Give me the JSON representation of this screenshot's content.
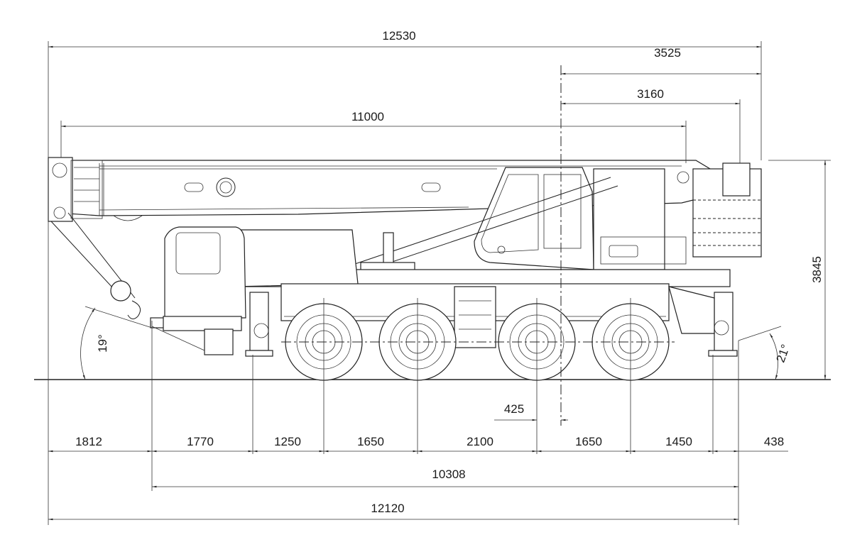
{
  "dimensions": {
    "overall_length": "12530",
    "rear_overhang_top": "3525",
    "counterweight_radius": "3160",
    "boom_length": "11000",
    "height": "3845",
    "front_angle": "19°",
    "rear_angle": "21°",
    "offset": "425",
    "seg_front_overhang": "1812",
    "seg_front_to_outrigger": "1770",
    "seg_outrigger_to_axle1": "1250",
    "seg_axle1_axle2": "1650",
    "seg_axle2_axle3": "2100",
    "seg_axle3_axle4": "1650",
    "seg_axle4_to_outrigger": "1450",
    "seg_rear_overhang": "438",
    "wheelbase_total": "10308",
    "vehicle_length": "12120"
  },
  "colors": {
    "line": "#222222",
    "background": "#ffffff"
  }
}
